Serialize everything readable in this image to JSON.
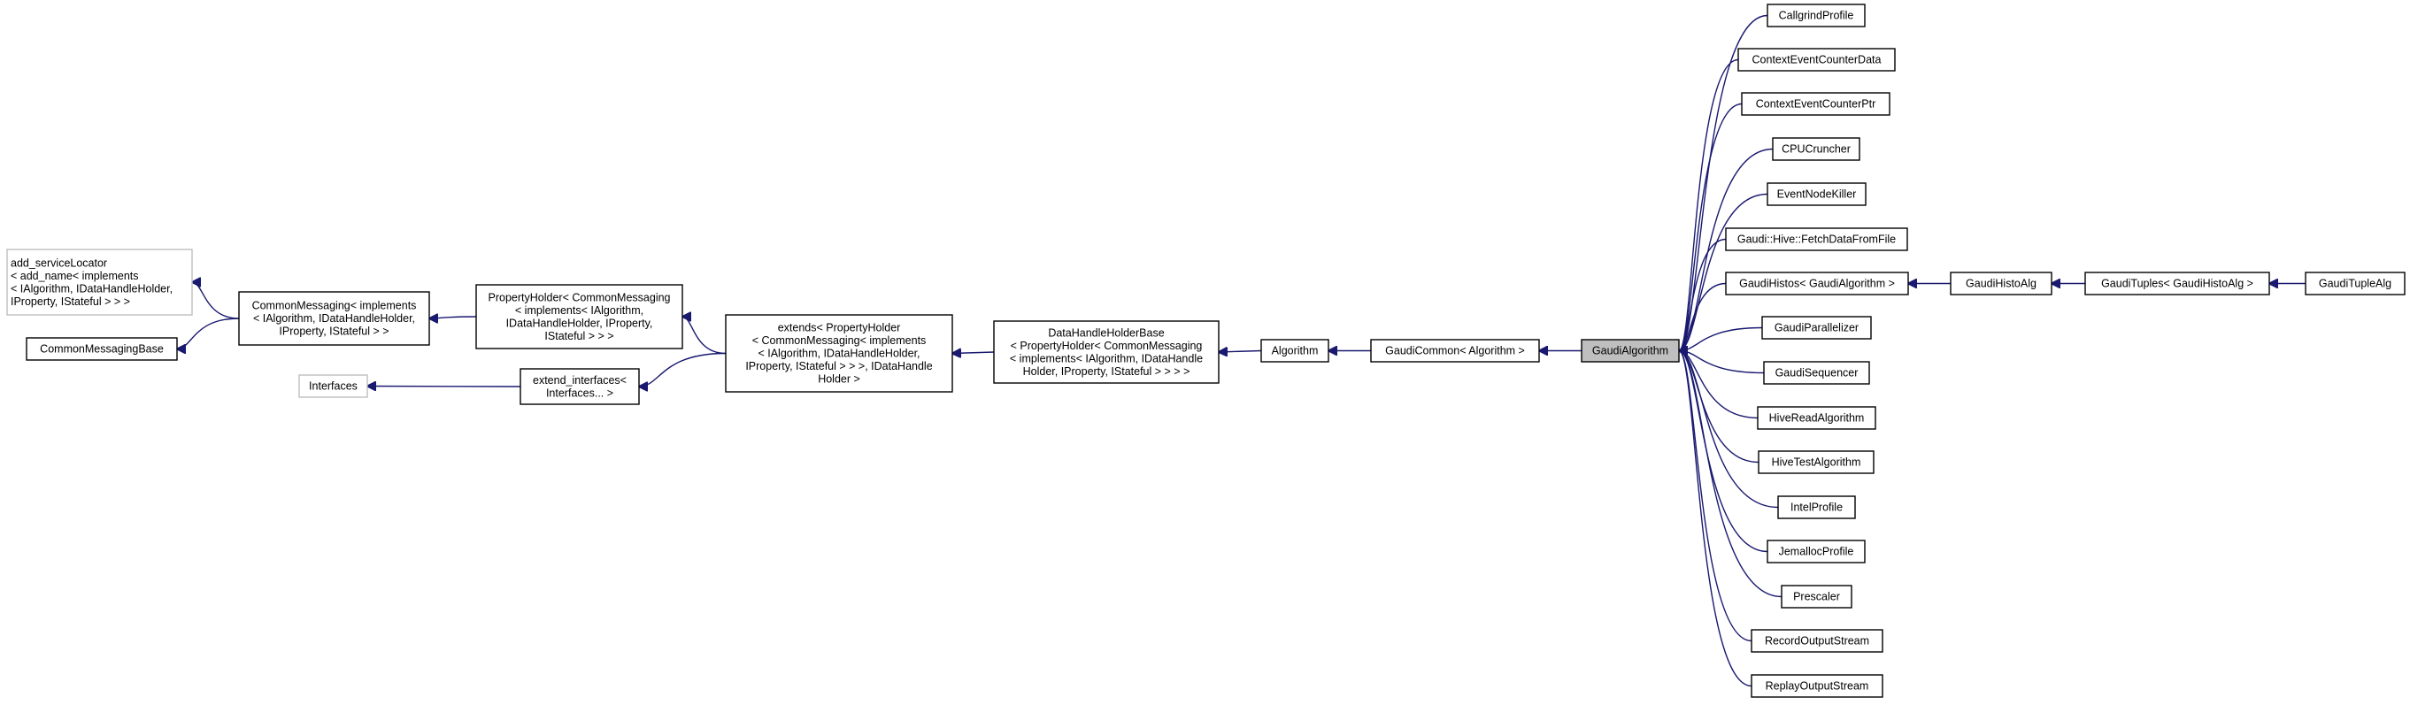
{
  "diagram": {
    "nodes": {
      "add_serviceLocator": [
        "add_serviceLocator",
        "< add_name< implements",
        "< IAlgorithm, IDataHandleHolder,",
        "IProperty, IStateful > > >"
      ],
      "CommonMessagingBase": [
        "CommonMessagingBase"
      ],
      "CommonMessaging": [
        "CommonMessaging< implements",
        "< IAlgorithm, IDataHandleHolder,",
        "IProperty, IStateful > >"
      ],
      "Interfaces": [
        "Interfaces"
      ],
      "PropertyHolder": [
        "PropertyHolder< CommonMessaging",
        "< implements< IAlgorithm,",
        "IDataHandleHolder, IProperty,",
        "IStateful > > >"
      ],
      "extend_interfaces": [
        "extend_interfaces<",
        "Interfaces... >"
      ],
      "extends": [
        "extends< PropertyHolder",
        "< CommonMessaging< implements",
        "< IAlgorithm, IDataHandleHolder,",
        "IProperty, IStateful > > >, IDataHandle",
        "Holder >"
      ],
      "DataHandleHolderBase": [
        "DataHandleHolderBase",
        "< PropertyHolder< CommonMessaging",
        "< implements< IAlgorithm, IDataHandle",
        "Holder, IProperty, IStateful > > > >"
      ],
      "Algorithm": [
        "Algorithm"
      ],
      "GaudiCommon": [
        "GaudiCommon< Algorithm >"
      ],
      "GaudiAlgorithm": [
        "GaudiAlgorithm"
      ],
      "CallgrindProfile": [
        "CallgrindProfile"
      ],
      "ContextEventCounterData": [
        "ContextEventCounterData"
      ],
      "ContextEventCounterPtr": [
        "ContextEventCounterPtr"
      ],
      "CPUCruncher": [
        "CPUCruncher"
      ],
      "EventNodeKiller": [
        "EventNodeKiller"
      ],
      "FetchDataFromFile": [
        "Gaudi::Hive::FetchDataFromFile"
      ],
      "GaudiHistos": [
        "GaudiHistos< GaudiAlgorithm >"
      ],
      "GaudiParallelizer": [
        "GaudiParallelizer"
      ],
      "GaudiSequencer": [
        "GaudiSequencer"
      ],
      "HiveReadAlgorithm": [
        "HiveReadAlgorithm"
      ],
      "HiveTestAlgorithm": [
        "HiveTestAlgorithm"
      ],
      "IntelProfile": [
        "IntelProfile"
      ],
      "JemallocProfile": [
        "JemallocProfile"
      ],
      "Prescaler": [
        "Prescaler"
      ],
      "RecordOutputStream": [
        "RecordOutputStream"
      ],
      "ReplayOutputStream": [
        "ReplayOutputStream"
      ],
      "GaudiHistoAlg": [
        "GaudiHistoAlg"
      ],
      "GaudiTuples": [
        "GaudiTuples< GaudiHistoAlg >"
      ],
      "GaudiTupleAlg": [
        "GaudiTupleAlg"
      ]
    },
    "edges": [
      [
        "add_serviceLocator",
        "CommonMessaging"
      ],
      [
        "CommonMessagingBase",
        "CommonMessaging"
      ],
      [
        "CommonMessaging",
        "PropertyHolder"
      ],
      [
        "PropertyHolder",
        "extends"
      ],
      [
        "Interfaces",
        "extend_interfaces"
      ],
      [
        "extend_interfaces",
        "extends"
      ],
      [
        "extends",
        "DataHandleHolderBase"
      ],
      [
        "DataHandleHolderBase",
        "Algorithm"
      ],
      [
        "Algorithm",
        "GaudiCommon"
      ],
      [
        "GaudiCommon",
        "GaudiAlgorithm"
      ],
      [
        "GaudiAlgorithm",
        "CallgrindProfile"
      ],
      [
        "GaudiAlgorithm",
        "ContextEventCounterData"
      ],
      [
        "GaudiAlgorithm",
        "ContextEventCounterPtr"
      ],
      [
        "GaudiAlgorithm",
        "CPUCruncher"
      ],
      [
        "GaudiAlgorithm",
        "EventNodeKiller"
      ],
      [
        "GaudiAlgorithm",
        "FetchDataFromFile"
      ],
      [
        "GaudiAlgorithm",
        "GaudiHistos"
      ],
      [
        "GaudiAlgorithm",
        "GaudiParallelizer"
      ],
      [
        "GaudiAlgorithm",
        "GaudiSequencer"
      ],
      [
        "GaudiAlgorithm",
        "HiveReadAlgorithm"
      ],
      [
        "GaudiAlgorithm",
        "HiveTestAlgorithm"
      ],
      [
        "GaudiAlgorithm",
        "IntelProfile"
      ],
      [
        "GaudiAlgorithm",
        "JemallocProfile"
      ],
      [
        "GaudiAlgorithm",
        "Prescaler"
      ],
      [
        "GaudiAlgorithm",
        "RecordOutputStream"
      ],
      [
        "GaudiAlgorithm",
        "ReplayOutputStream"
      ],
      [
        "GaudiHistos",
        "GaudiHistoAlg"
      ],
      [
        "GaudiHistoAlg",
        "GaudiTuples"
      ],
      [
        "GaudiTuples",
        "GaudiTupleAlg"
      ]
    ],
    "colors": {
      "edge": "#191970",
      "node_border": "#000000",
      "external_border": "#bfbfbf",
      "current_fill": "#bfbfbf",
      "background": "#ffffff"
    }
  }
}
